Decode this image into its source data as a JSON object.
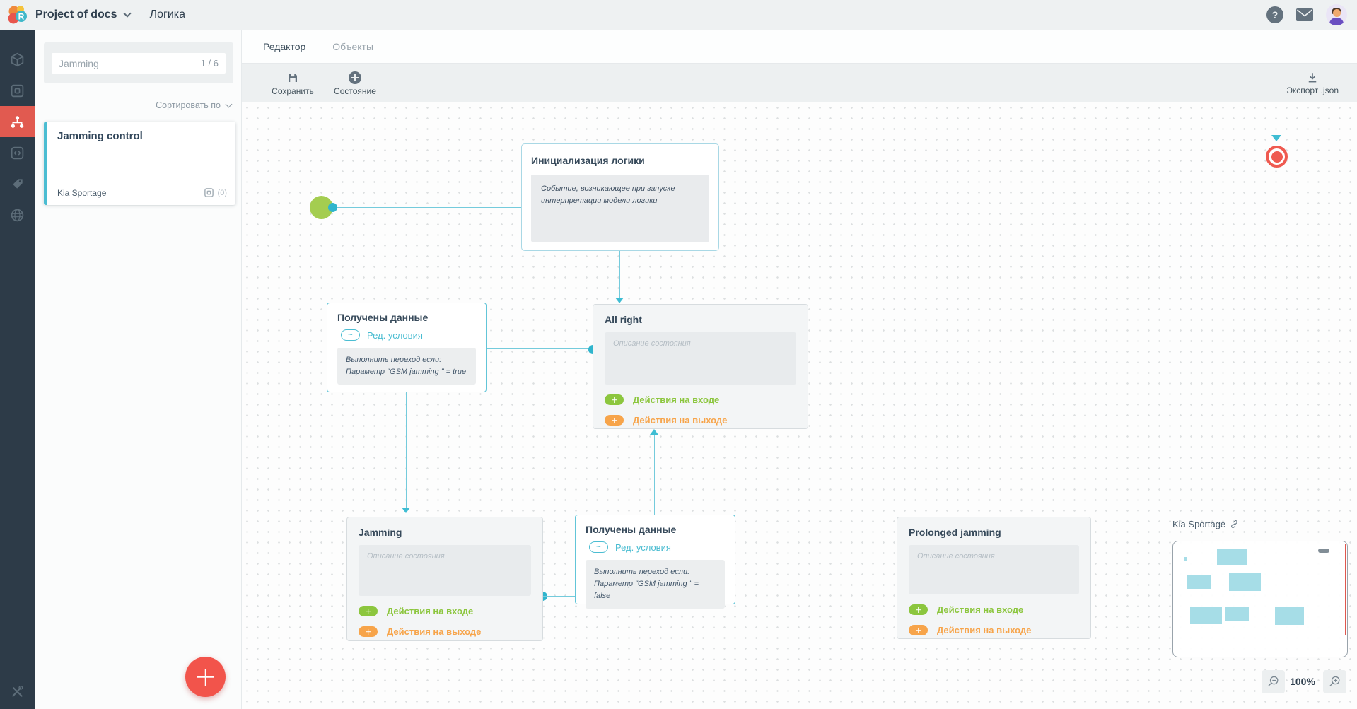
{
  "topbar": {
    "project_name": "Project of docs",
    "page_title": "Логика"
  },
  "left_panel": {
    "search_value": "Jamming",
    "search_counter": "1 / 6",
    "sort_label": "Сортировать по",
    "card": {
      "title": "Jamming control",
      "object_name": "Kia Sportage",
      "counter": "(0)"
    }
  },
  "tabs": {
    "editor": "Редактор",
    "objects": "Объекты"
  },
  "toolbar": {
    "save": "Сохранить",
    "state": "Состояние",
    "export": "Экспорт .json"
  },
  "canvas": {
    "init_node": {
      "title": "Инициализация логики",
      "description": "Событие, возникающее при запуске интерпретации модели логики"
    },
    "transition_true": {
      "title": "Получены данные",
      "edit_label": "Ред. условия",
      "condition": "Выполнить переход если:\nПараметр \"GSM jamming \" = true"
    },
    "transition_false": {
      "title": "Получены данные",
      "edit_label": "Ред. условия",
      "condition": "Выполнить переход если:\nПараметр \"GSM jamming \" = false"
    },
    "state_allright": {
      "title": "All right",
      "placeholder": "Описание состояния",
      "in_label": "Действия на входе",
      "out_label": "Действия на выходе"
    },
    "state_jamming": {
      "title": "Jamming",
      "placeholder": "Описание состояния",
      "in_label": "Действия на входе",
      "out_label": "Действия на выходе"
    },
    "state_prolonged": {
      "title": "Prolonged jamming",
      "placeholder": "Описание состояния",
      "in_label": "Действия на входе",
      "out_label": "Действия на выходе"
    }
  },
  "minimap": {
    "title": "Kia Sportage"
  },
  "zoom": {
    "level": "100%"
  },
  "icons": {
    "tilde": "~",
    "question": "?"
  },
  "colors": {
    "accent_teal": "#4bbdd2",
    "accent_red": "#ef5a50",
    "accent_green": "#8cc63e",
    "accent_orange": "#f7a44a",
    "sidebar_bg": "#2d3b48",
    "sidebar_active": "#e15a50"
  }
}
